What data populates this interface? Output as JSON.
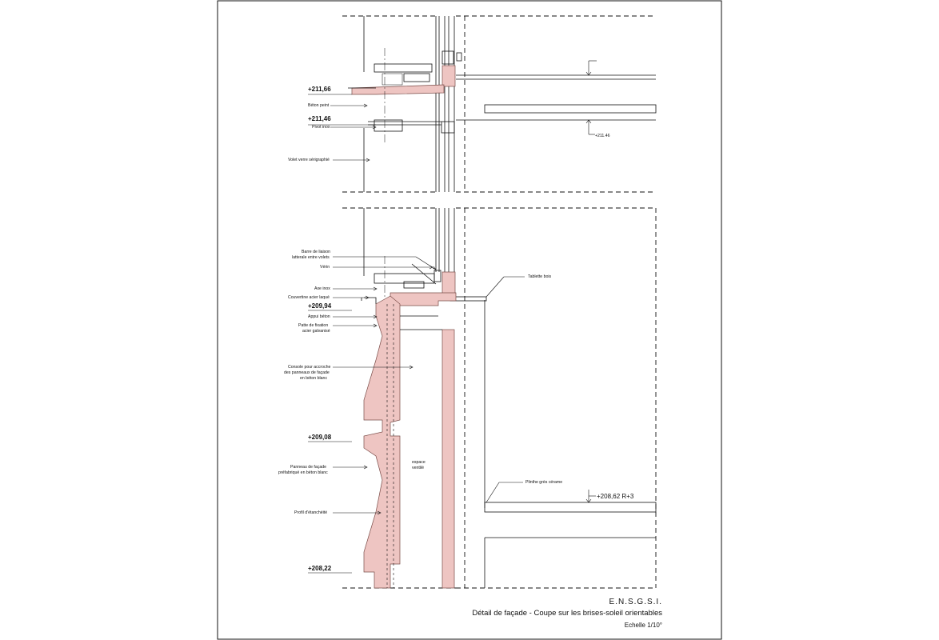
{
  "title_block": {
    "school": "E.N.S.G.S.I.",
    "title": "Détail de façade - Coupe sur les brises-soleil orientables",
    "scale": "Echelle 1/10°"
  },
  "levels": {
    "l1": "+211,66",
    "l2": "+211,46",
    "l3": "+209,94",
    "l4": "+209,08",
    "l5": "+208,22",
    "r1": "+211.46",
    "r2": "+208,62 R+3"
  },
  "labels": {
    "beton_peint": "Béton peint",
    "pivot_inox": "Pivot inox",
    "volet_verre": "Volet verre sérigraphié",
    "barre_liaison_1": "Barre de liaison",
    "barre_liaison_2": "latterale entre volets",
    "verin": "Vérin",
    "axe_inox": "Axe inox",
    "couvertine": "Couvertine acier laqué",
    "appui_beton": "Appui béton",
    "patte_fixation_1": "Patte de fixation",
    "patte_fixation_2": "acier galvanisé",
    "console_1": "Console pour accroche",
    "console_2": "des panneaux de façade",
    "console_3": "en béton blanc",
    "panneau_1": "Panneau de façade",
    "panneau_2": "préfabriqué en béton blanc",
    "profil": "Profil d'étanchéité",
    "espace_1": "espace",
    "espace_2": "ventilé",
    "tablette": "Tablette bois",
    "plinthe": "Plinthe grès cérame"
  },
  "colors": {
    "concrete_fill": "#eec5c2",
    "concrete_stroke": "#7a4c48",
    "ink": "#111111"
  }
}
